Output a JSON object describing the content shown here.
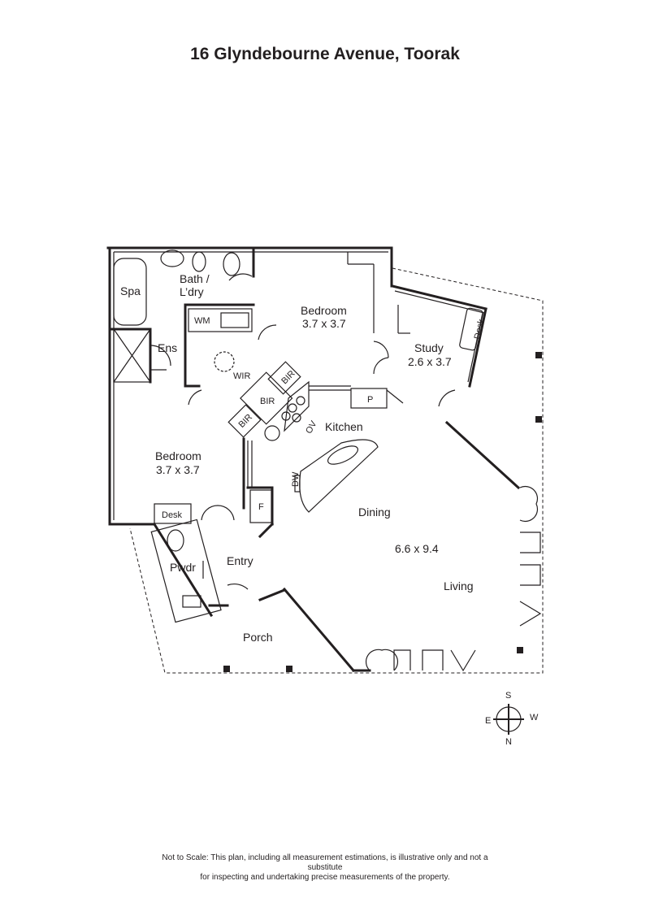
{
  "title": "16 Glyndebourne Avenue, Toorak",
  "rooms": {
    "spa": "Spa",
    "bath_l1": "Bath /",
    "bath_l2": "L’dry",
    "wm": "WM",
    "ens": "Ens",
    "wir": "WIR",
    "bedroom1": "Bedroom",
    "bedroom1_size": "3.7 x 3.7",
    "bir1": "BIR",
    "bir2": "BIR",
    "bir3": "BIR",
    "study": "Study",
    "study_size": "2.6 x 3.7",
    "study_desk": "Desk",
    "pantry": "P",
    "kitchen": "Kitchen",
    "ov": "OV",
    "dw": "DW",
    "fridge": "F",
    "bedroom2": "Bedroom",
    "bedroom2_size": "3.7 x 3.7",
    "desk": "Desk",
    "pwdr": "Pwdr",
    "entry": "Entry",
    "dining": "Dining",
    "living_size": "6.6 x 9.4",
    "living": "Living",
    "porch": "Porch"
  },
  "compass": {
    "s": "S",
    "e": "E",
    "w": "W",
    "n": "N"
  },
  "disclaimer": {
    "line1": "Not to Scale: This plan, including all measurement estimations, is illustrative only and not a",
    "line2": "substitute",
    "line3": "for inspecting and undertaking precise measurements of the property."
  }
}
